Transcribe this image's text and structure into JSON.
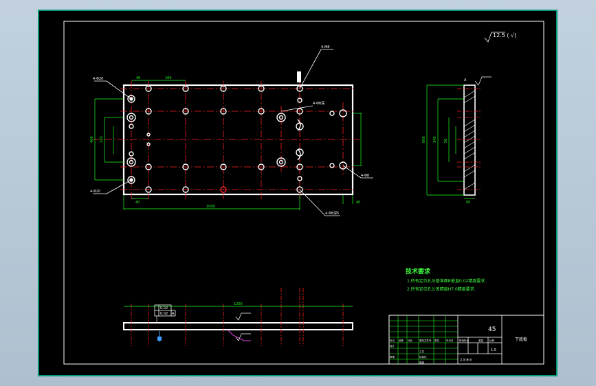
{
  "drawing": {
    "material": "45",
    "part_name": "下底板",
    "scale": "1:5",
    "surface_finish_symbol": "12.5 ( √)",
    "notes_title": "技术要求",
    "notes": [
      "1.所有定位孔与基准面B垂直0.02精度要求.",
      "2.所有定位孔公差精度H7.0精度要求."
    ]
  },
  "plan_view": {
    "leader_labels": {
      "top": "4-M8",
      "left_top": "4-Φ20",
      "left_bottom": "4-Φ20",
      "bottom_right": "4-Φ8深5",
      "right": "4-Φ8",
      "slot": "4-Φ8深"
    },
    "dims": {
      "top_a": "40",
      "top_b": "100",
      "left_total": "400",
      "left_mid": "320",
      "bottom_pitch": "40",
      "bottom_total": "1000",
      "right_small": "40"
    }
  },
  "side_view": {
    "dims": {
      "height": "500",
      "inner": "340",
      "thickness": "50",
      "width": "50"
    },
    "datum": "A"
  },
  "front_view": {
    "total_length": "1200",
    "tolerance_frame": [
      "0.02",
      "0.02"
    ],
    "datum": "A"
  },
  "title_block": {
    "labels": [
      "标记",
      "处数",
      "分区",
      "更改文件号",
      "签名",
      "年月日",
      "设计",
      "审核",
      "工艺",
      "标准化",
      "批准",
      "阶段标记",
      "重量",
      "比例",
      "共 张 第 张"
    ]
  },
  "colors": {
    "frame": "#00c8a0",
    "outline": "#ffffff",
    "center": "#ff2020",
    "dim": "#20ff20",
    "note": "#40ff40",
    "text": "#ffffff"
  }
}
